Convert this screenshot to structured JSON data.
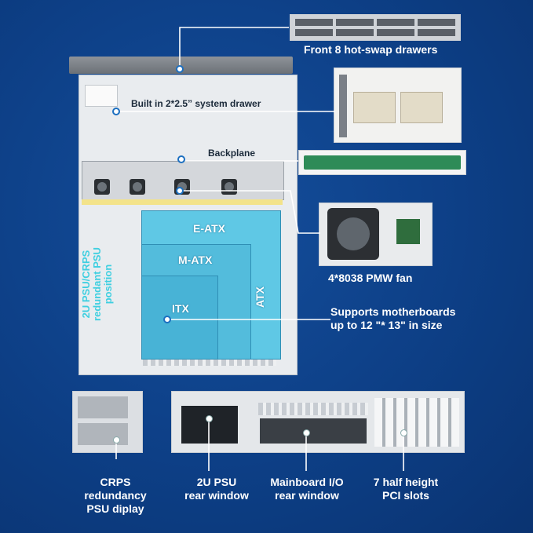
{
  "labels": {
    "front_drawers": "Front 8 hot-swap drawers",
    "system_drawer": "Built in 2*2.5” system drawer",
    "backplane": "Backplane",
    "fan": "4*8038 PMW fan",
    "supports_line1": "Supports motherboards",
    "supports_line2": "up to 12 \"* 13\" in size",
    "crps_line1": "CRPS",
    "crps_line2": "redundancy",
    "crps_line3": "PSU diplay",
    "psu_rear_line1": "2U PSU",
    "psu_rear_line2": "rear window",
    "io_rear_line1": "Mainboard I/O",
    "io_rear_line2": "rear window",
    "pci_line1": "7 half height",
    "pci_line2": "PCI slots"
  },
  "board": {
    "eatx": "E-ATX",
    "matx": "M-ATX",
    "itx": "ITX",
    "atx": "ATX"
  },
  "psu_position": {
    "line1": "2U PSU/CRPS",
    "line2": "redundant PSU",
    "line3": "position"
  },
  "colors": {
    "background": "#0d3f86",
    "board_blue": "#5fc8e5",
    "psu_text": "#3fcfe0",
    "pcb_green": "#2e8b57"
  }
}
